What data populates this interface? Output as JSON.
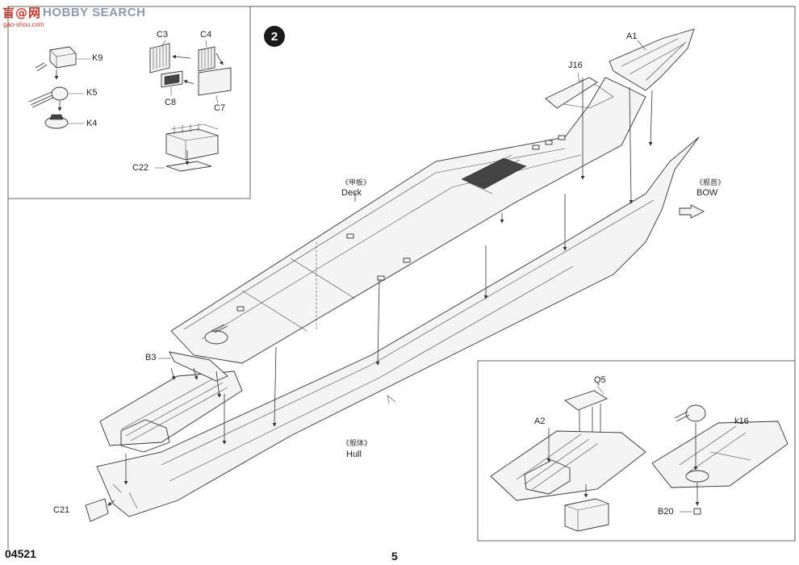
{
  "watermark": {
    "logo": "盲@网",
    "text": "HOBBY SEARCH",
    "url": "gao-shou.com"
  },
  "step": {
    "number": "2"
  },
  "inset_top_left": {
    "parts": [
      "K9",
      "K5",
      "K4",
      "C3",
      "C4",
      "C8",
      "C7",
      "C22"
    ]
  },
  "main": {
    "parts": [
      "A1",
      "J16",
      "B3",
      "C21"
    ],
    "deck": {
      "cn": "《甲板》",
      "en": "Deck"
    },
    "bow": {
      "cn": "《舰首》",
      "en": "BOW"
    },
    "hull": {
      "cn": "《舰体》",
      "en": "Hull"
    }
  },
  "inset_bottom_right": {
    "parts": [
      "Q5",
      "A2",
      "k16",
      "B20"
    ]
  },
  "footer": {
    "code": "04521",
    "page": "5"
  },
  "colors": {
    "line": "#333333",
    "badge": "#1a1a1a",
    "watermark_red": "#c0392b",
    "watermark_blue": "#8a9bb0"
  }
}
